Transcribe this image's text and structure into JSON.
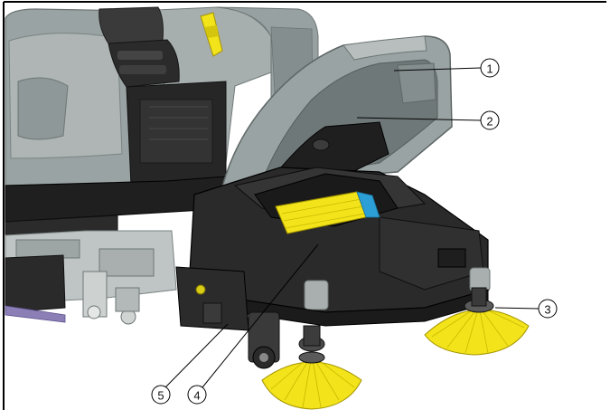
{
  "callouts": [
    {
      "id": "1",
      "label": "1"
    },
    {
      "id": "2",
      "label": "2"
    },
    {
      "id": "3",
      "label": "3"
    },
    {
      "id": "4",
      "label": "4"
    },
    {
      "id": "5",
      "label": "5"
    }
  ],
  "colors": {
    "frame": "#000000",
    "body_gray": "#9aa3a3",
    "body_gray_light": "#b9c0bf",
    "body_gray_dark": "#707878",
    "chassis_dark": "#2f2f2f",
    "chassis_black": "#1c1c1c",
    "brush_yellow": "#f2e31a",
    "accent_purple": "#8c7fb6",
    "callout_line": "#000000"
  }
}
